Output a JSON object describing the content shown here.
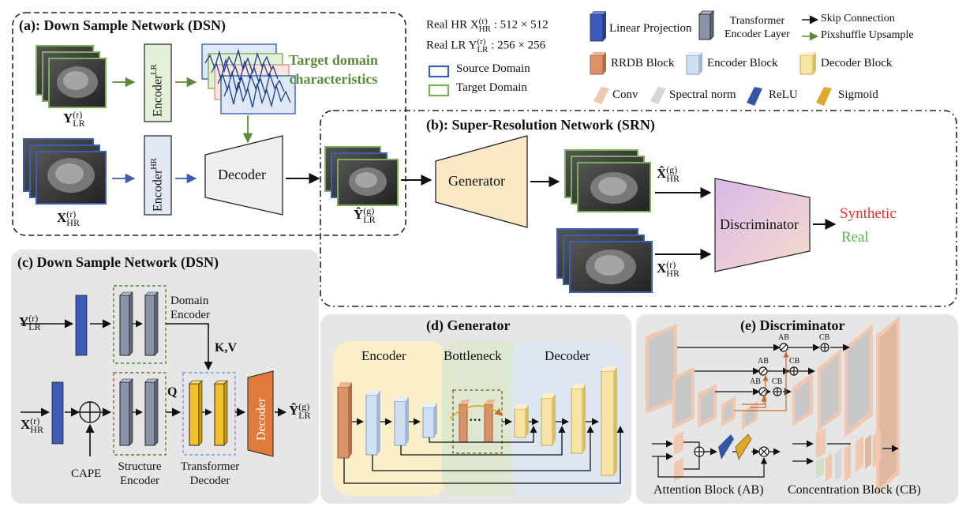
{
  "panels": {
    "a_title": "(a): Down Sample Network (DSN)",
    "b_title": "(b): Super-Resolution Network (SRN)",
    "c_title": "(c) Down Sample Network (DSN)",
    "d_title": "(d) Generator",
    "e_title": "(e) Discriminator"
  },
  "legend": {
    "real_hr": "Real HR X",
    "real_hr_size": ": 512 × 512",
    "real_lr": "Real LR Y",
    "real_lr_size": ": 256 × 256",
    "source_domain": "Source Domain",
    "target_domain": "Target Domain",
    "linear_projection": "Linear Projection",
    "transformer_line1": "Transformer",
    "transformer_line2": "Encoder Layer",
    "skip_connection": "Skip Connection",
    "pixshuffle": "Pixshuffle Upsample",
    "rrdb": "RRDB Block",
    "encoder_block": "Encoder Block",
    "decoder_block": "Decoder Block",
    "conv": "Conv",
    "spectral_norm": "Spectral norm",
    "relu": "ReLU",
    "sigmoid": "Sigmoid"
  },
  "a": {
    "encoder_lr": "Encoder",
    "encoder_lr_sup": "LR",
    "encoder_hr": "Encoder",
    "encoder_hr_sup": "HR",
    "decoder": "Decoder",
    "target_line1": "Target domain",
    "target_line2": "characteristics",
    "y_lr": "Y",
    "x_hr": "X",
    "y_hat": "Ŷ"
  },
  "b": {
    "generator": "Generator",
    "discriminator": "Discriminator",
    "x_hat": "X̂",
    "x_real": "X",
    "synthetic": "Synthetic",
    "real": "Real"
  },
  "c": {
    "y_lr": "Y",
    "x_hr": "X",
    "domain_line1": "Domain",
    "domain_line2": "Encoder",
    "kv": "K,V",
    "q": "Q",
    "cape": "CAPE",
    "structure_line1": "Structure",
    "structure_line2": "Encoder",
    "transformer_line1": "Transformer",
    "transformer_line2": "Decoder",
    "decoder": "Decoder",
    "y_hat": "Ŷ"
  },
  "d": {
    "encoder": "Encoder",
    "bottleneck": "Bottleneck",
    "decoder": "Decoder",
    "dots": "···"
  },
  "e": {
    "ab": "AB",
    "cb": "CB",
    "attention_block": "Attention Block (AB)",
    "concentration_block": "Concentration Block (CB)"
  },
  "sup_r": "(r)",
  "sup_g": "(g)",
  "sub_lr": "LR",
  "sub_hr": "HR",
  "colors": {
    "source": "#3a5fb0",
    "target": "#7aae57",
    "linear": "#3b5bb8",
    "rrdb": "#d9926a",
    "encoder_block": "#cfe0f4",
    "decoder_block": "#f6e4a4",
    "transformer_dec": "#f2c02c",
    "decoder_orange": "#e07a3a",
    "synthetic": "#e8322a",
    "real": "#5fb24a",
    "arrow_green": "#5a8a3a"
  }
}
